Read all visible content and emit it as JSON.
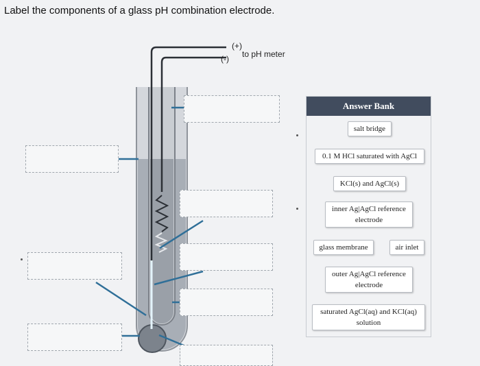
{
  "question": {
    "title": "Label the components of a glass pH combination electrode."
  },
  "diagram": {
    "plus_label": "(+)",
    "minus_label": "(-)",
    "meter_label": "to pH meter"
  },
  "answer_bank": {
    "header": "Answer Bank",
    "chips": [
      {
        "text": "salt bridge"
      },
      {
        "text": "0.1 M HCl saturated with AgCl"
      },
      {
        "text": "KCl(s) and AgCl(s)"
      },
      {
        "text": "inner Ag|AgCl reference electrode"
      },
      {
        "text": "glass membrane"
      },
      {
        "text": "air inlet"
      },
      {
        "text": "outer Ag|AgCl reference electrode"
      },
      {
        "text": "saturated AgCl(aq) and KCl(aq) solution"
      }
    ]
  }
}
